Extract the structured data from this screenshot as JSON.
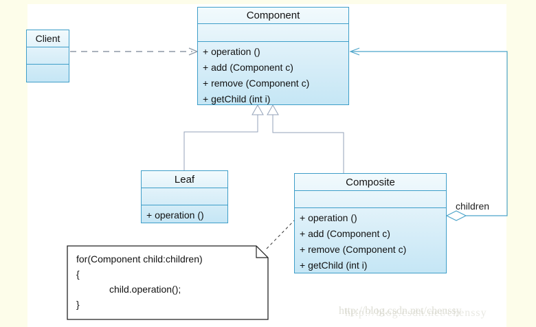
{
  "page": {
    "background_color": "#fdfdea",
    "paper_color": "#ffffff"
  },
  "diagram": {
    "classes": {
      "client": {
        "name": "Client",
        "methods": []
      },
      "component": {
        "name": "Component",
        "methods": [
          "+ operation ()",
          "+ add (Component c)",
          "+ remove (Component c)",
          "+ getChild (int i)"
        ]
      },
      "leaf": {
        "name": "Leaf",
        "methods": [
          "+ operation ()"
        ]
      },
      "composite": {
        "name": "Composite",
        "methods": [
          "+ operation ()",
          "+ add (Component c)",
          "+ remove (Component c)",
          "+ getChild (int i)"
        ]
      }
    },
    "note": {
      "lines": [
        "for(Component child:children)",
        "{",
        "child.operation();",
        "}"
      ]
    },
    "edge_labels": {
      "children": "children"
    },
    "relationships": {
      "client_to_component": "dashed dependency arrow",
      "leaf_to_component": "generalization (hollow triangle)",
      "composite_to_component": "generalization (hollow triangle)",
      "composite_children_aggregation": "hollow diamond aggregation looping to Component"
    },
    "watermark": "http://blog.csdn.net/chenssy",
    "colors": {
      "class_border": "#3d9dc8",
      "class_fill_top": "#f2fafd",
      "class_fill_bottom": "#c5e6f5",
      "generalization_line": "#93a2b8",
      "association_line": "#4aa3c9",
      "dependency_line": "#8d99a6",
      "note_border": "#222222"
    }
  }
}
